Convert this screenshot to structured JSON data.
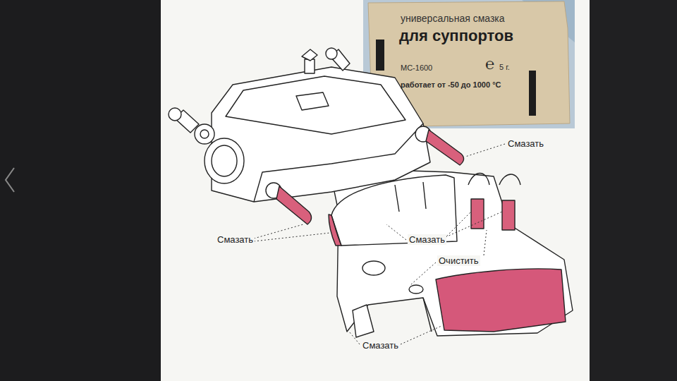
{
  "diagram": {
    "nodes": [
      {
        "text": [
          "универсальная смазка",
          "для суппортов",
          "МС-1600",
          "℮",
          "5 г.",
          "работает от -50 до 1000 °С"
        ]
      }
    ],
    "labels": [
      "Смазать",
      "Смазать",
      "Смазать",
      "Очистить",
      "Смазать"
    ]
  }
}
